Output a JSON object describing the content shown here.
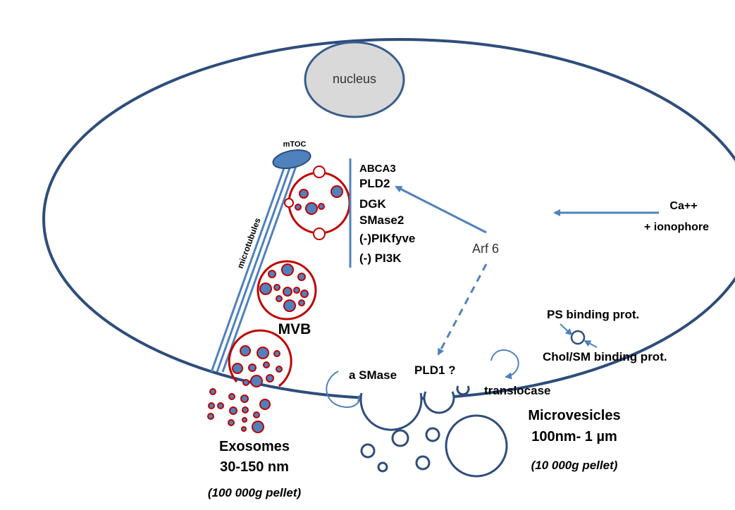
{
  "labels": {
    "nucleus": "nucleus",
    "mtoc": "mTOC",
    "microtubules": "microtubules",
    "mvb": "MVB",
    "abca3": "ABCA3",
    "pld2": "PLD2",
    "dgk": "DGK",
    "smase2": "SMase2",
    "pikfyve": "(-)PIKfyve",
    "pi3k": "(-) PI3K",
    "arf6": "Arf 6",
    "ca": "Ca++",
    "ionophore": "+ ionophore",
    "ps_binding": "PS binding prot.",
    "chol_binding": "Chol/SM binding prot.",
    "asmase": "a SMase",
    "pld1": "PLD1 ?",
    "translocase": "translocase",
    "microvesicles_title": "Microvesicles",
    "microvesicles_size": "100nm- 1 µm",
    "microvesicles_pellet": "(10 000g pellet)",
    "exosomes_title": "Exosomes",
    "exosomes_size": "30-150 nm",
    "exosomes_pellet": "(100 000g pellet)"
  },
  "colors": {
    "membrane": "#2e4d7b",
    "arrow": "#4f81bd",
    "mvb_outline": "#c00000",
    "ilv_fill": "#4f81bd",
    "nucleus_fill": "#d9d9d9",
    "nucleus_stroke": "#385d8a",
    "text": "#000000"
  }
}
